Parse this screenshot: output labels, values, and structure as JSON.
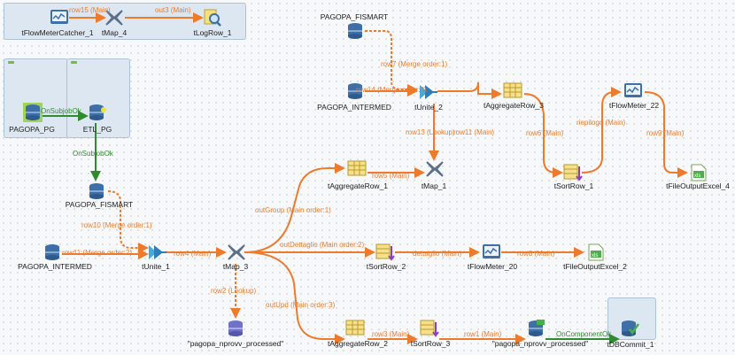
{
  "subjobs": [
    {
      "id": "sj1"
    },
    {
      "id": "sj2"
    },
    {
      "id": "sj3"
    },
    {
      "id": "sj4"
    },
    {
      "id": "sj5"
    }
  ],
  "components": {
    "tFlowMeterCatcher_1": "tFlowMeterCatcher_1",
    "tMap_4": "tMap_4",
    "tLogRow_1": "tLogRow_1",
    "PAGOPA_PG": "PAGOPA_PG",
    "ETL_PG": "ETL_PG",
    "PAGOPA_FISMART_top": "PAGOPA_FISMART",
    "PAGOPA_INTERMED_top": "PAGOPA_INTERMED",
    "tUnite_2": "tUnite_2",
    "tAggregateRow_3": "tAggregateRow_3",
    "tFlowMeter_22": "tFlowMeter_22",
    "tSortRow_1": "tSortRow_1",
    "tFileOutputExcel_4": "tFileOutputExcel_4",
    "tAggregateRow_1": "tAggregateRow_1",
    "tMap_1": "tMap_1",
    "PAGOPA_FISMART_left": "PAGOPA_FISMART",
    "PAGOPA_INTERMED_left": "PAGOPA_INTERMED",
    "tUnite_1": "tUnite_1",
    "tMap_3": "tMap_3",
    "tSortRow_2": "tSortRow_2",
    "tFlowMeter_20": "tFlowMeter_20",
    "tFileOutputExcel_2": "tFileOutputExcel_2",
    "pagopa_nprovv_processed_1": "\"pagopa_nprovv_processed\"",
    "tAggregateRow_2": "tAggregateRow_2",
    "tSortRow_3": "tSortRow_3",
    "pagopa_nprovv_processed_2": "\"pagopa_nprovv_processed\"",
    "tDBCommit_1": "tDBCommit_1"
  },
  "connections": {
    "row15": "row15 (Main)",
    "out3": "out3 (Main)",
    "onsubjobok_1": "OnSubjobOk",
    "onsubjobok_2": "OnSubjobOk",
    "row7": "row7 (Merge order:1)",
    "row14": "row14 (Merge order:2)",
    "row13": "row13 (Lookup)",
    "row11_main": "row11 (Main)",
    "row6": "row6 (Main)",
    "riepilogo": "riepilogo (Main)",
    "row9": "row9 (Main)",
    "row5": "row5 (Main)",
    "outGroup": "outGroup (Main order:1)",
    "row10": "row10 (Merge order:1)",
    "row11_merge": "row11 (Merge order:2)",
    "row4": "row4 (Main)",
    "outDettaglio": "outDettaglio (Main order:2)",
    "dettaglio": "dettaglio (Main)",
    "row8": "row8 (Main)",
    "row2": "row2 (Lookup)",
    "outUpd": "outUpd (Main order:3)",
    "row3": "row3 (Main)",
    "row1": "row1 (Main)",
    "oncomponentok": "OnComponentOk"
  },
  "colors": {
    "wire": "#ee7b2c",
    "trigger": "#2e8b2e",
    "subjob_fill": "#dde7f1",
    "subjob_border": "#aec2d6"
  }
}
